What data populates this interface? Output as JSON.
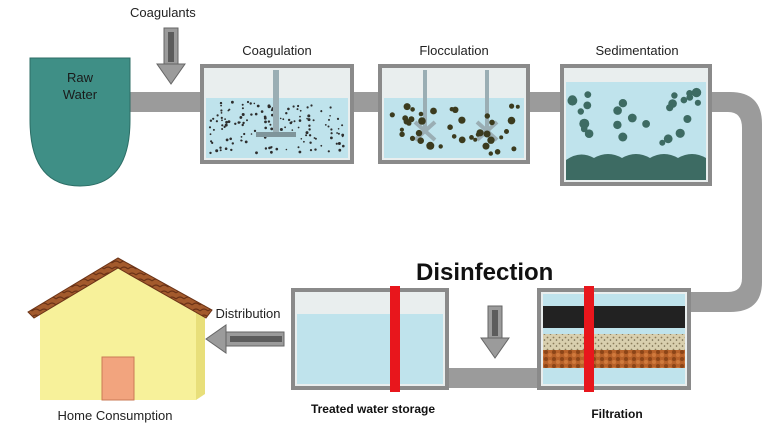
{
  "raw_water": {
    "line1": "Raw",
    "line2": "Water"
  },
  "stages": {
    "coagulants": "Coagulants",
    "coagulation": "Coagulation",
    "flocculation": "Flocculation",
    "sedimentation": "Sedimentation",
    "disinfection": "Disinfection",
    "filtration": "Filtration",
    "treated_storage": "Treated water storage",
    "distribution": "Distribution",
    "home": "Home Consumption"
  },
  "colors": {
    "pipe": "#9b9b9b",
    "water": "#bfe3ec",
    "raw_water": "#3f8f86",
    "sludge": "#3d6b63",
    "disinfection_bar": "#e8161c",
    "house_wall": "#f7f19a",
    "roof": "#a0522d",
    "door": "#f2a47e"
  }
}
